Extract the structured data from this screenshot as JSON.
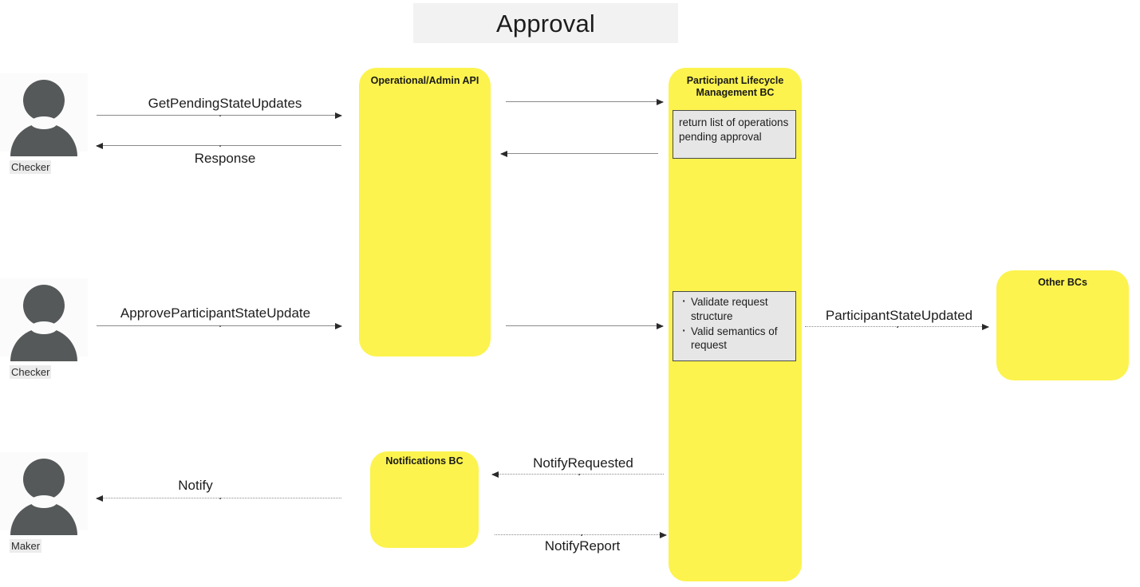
{
  "diagram": {
    "title": "Approval",
    "type": "sequence-diagram"
  },
  "actors": [
    {
      "id": "checker-top",
      "label": "Checker"
    },
    {
      "id": "checker-middle",
      "label": "Checker"
    },
    {
      "id": "maker-bottom",
      "label": "Maker"
    }
  ],
  "components": [
    {
      "id": "operational-admin-api",
      "label": "Operational/Admin API"
    },
    {
      "id": "participant-lifecycle-management-bc",
      "label": "Participant Lifecycle\nManagement BC",
      "line1": "Participant Lifecycle",
      "line2": "Management BC"
    },
    {
      "id": "other-bcs",
      "label": "Other BCs"
    },
    {
      "id": "notifications-bc",
      "label": "Notifications BC"
    }
  ],
  "notes": [
    {
      "id": "note-return-list",
      "text": "return list of operations pending approval",
      "line1": "return list of operations",
      "line2": "pending approval"
    },
    {
      "id": "note-validation",
      "bullets": [
        "Validate request structure",
        "Valid semantics of request"
      ]
    }
  ],
  "messages": [
    {
      "id": "get-pending-state-updates",
      "label": "GetPendingStateUpdates",
      "direction": "right",
      "style": "solid"
    },
    {
      "id": "response",
      "label": "Response",
      "direction": "left",
      "style": "solid"
    },
    {
      "id": "api-to-plm-request",
      "label": "",
      "direction": "right",
      "style": "solid"
    },
    {
      "id": "plm-to-api-response",
      "label": "",
      "direction": "left",
      "style": "solid"
    },
    {
      "id": "approve-participant-state-update",
      "label": "ApproveParticipantStateUpdate",
      "direction": "right",
      "style": "solid"
    },
    {
      "id": "api-to-plm-approve",
      "label": "",
      "direction": "right",
      "style": "solid"
    },
    {
      "id": "participant-state-updated",
      "label": "ParticipantStateUpdated",
      "direction": "right",
      "style": "dotted"
    },
    {
      "id": "notify-requested",
      "label": "NotifyRequested",
      "direction": "left",
      "style": "dotted"
    },
    {
      "id": "notify",
      "label": "Notify",
      "direction": "left",
      "style": "dotted"
    },
    {
      "id": "notify-report",
      "label": "NotifyReport",
      "direction": "right",
      "style": "dotted"
    }
  ],
  "colors": {
    "component_yellow": "#fcf34e",
    "note_gray": "#e6e6e6",
    "note_border": "#4a4a4a",
    "actor_gray": "#56595a",
    "title_band": "#f2f2f2",
    "arrow_line": "#8a8a8a",
    "arrow_head": "#2a2a2a",
    "text": "#1d1d1d"
  }
}
